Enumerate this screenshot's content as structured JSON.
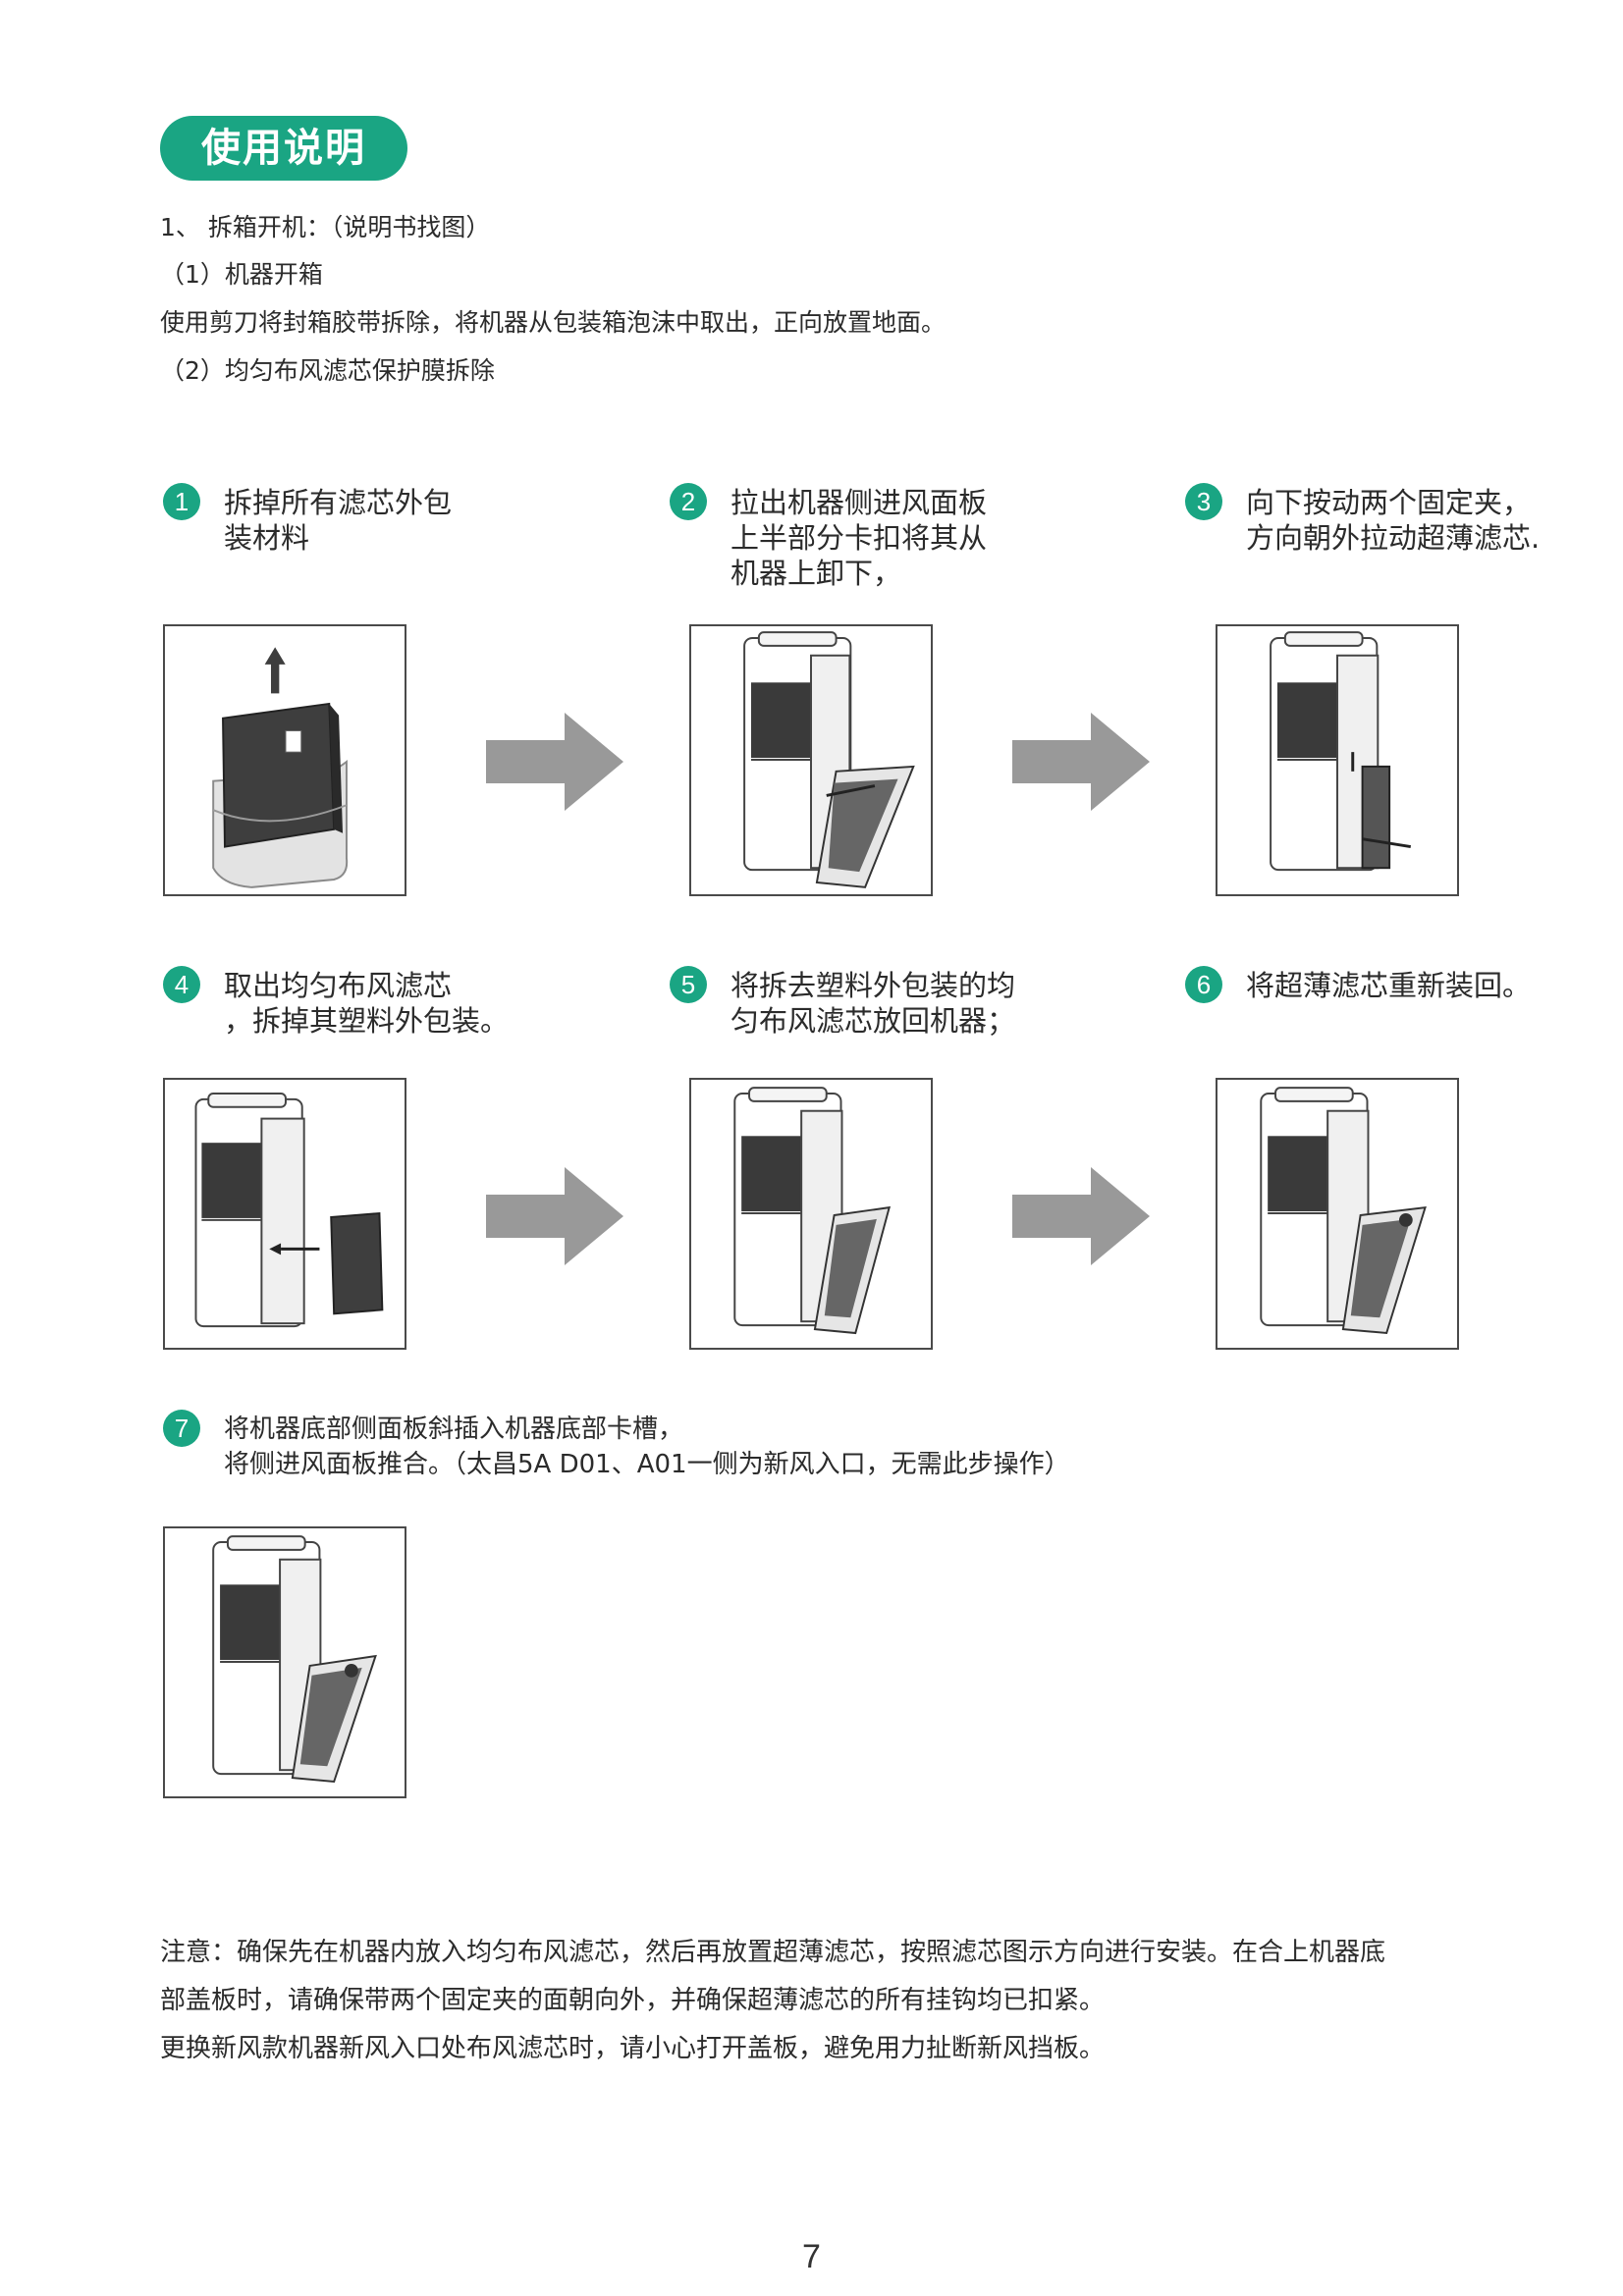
{
  "title": "使用说明",
  "intro": {
    "line1": "1、 拆箱开机：（说明书找图）",
    "line2": "（1）机器开箱",
    "line3": "使用剪刀将封箱胶带拆除，将机器从包装箱泡沫中取出，正向放置地面。",
    "line4": "（2）均匀布风滤芯保护膜拆除"
  },
  "steps": [
    {
      "num": "1",
      "text": "拆掉所有滤芯外包\n装材料"
    },
    {
      "num": "2",
      "text": "拉出机器侧进风面板\n上半部分卡扣将其从\n机器上卸下，"
    },
    {
      "num": "3",
      "text": "向下按动两个固定夹，\n方向朝外拉动超薄滤芯."
    },
    {
      "num": "4",
      "text": "取出均匀布风滤芯\n，拆掉其塑料外包装。"
    },
    {
      "num": "5",
      "text": "将拆去塑料外包装的均\n匀布风滤芯放回机器；"
    },
    {
      "num": "6",
      "text": "将超薄滤芯重新装回。"
    },
    {
      "num": "7",
      "text": "将机器底部侧面板斜插入机器底部卡槽，\n将侧进风面板推合。（太昌5A D01、A01一侧为新风入口，无需此步操作）"
    }
  ],
  "notes": {
    "line1": "注意：确保先在机器内放入均匀布风滤芯，然后再放置超薄滤芯，按照滤芯图示方向进行安装。在合上机器底",
    "line2": "部盖板时，请确保带两个固定夹的面朝向外，并确保超薄滤芯的所有挂钩均已扣紧。",
    "line3": "更换新风款机器新风入口处布风滤芯时，请小心打开盖板，避免用力扯断新风挡板。"
  },
  "page_number": "7",
  "colors": {
    "accent": "#1aa583",
    "arrow": "#999999"
  }
}
